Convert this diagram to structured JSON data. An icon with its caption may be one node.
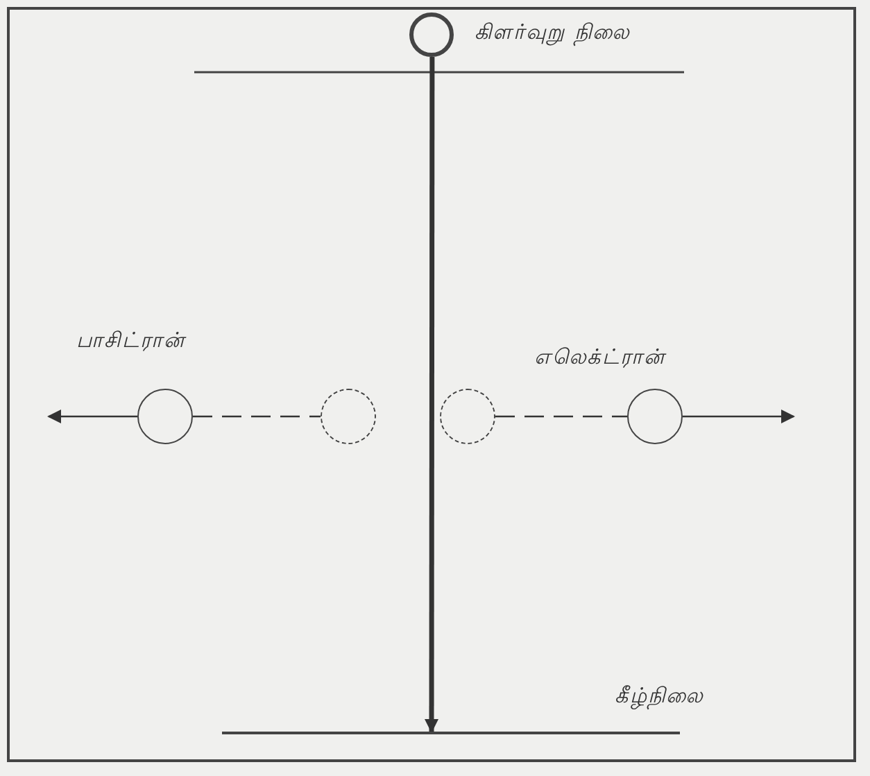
{
  "diagram": {
    "nodes": [
      {
        "text": [],
        "shape": "circle",
        "beside": [
          "கிளர்வுறு நிலை"
        ]
      },
      {
        "text": [],
        "shape": "bar",
        "beside": [
          "கீழ்நிலை"
        ]
      },
      {
        "text": [],
        "shape": "circle",
        "beside": [
          "பாசிட்ரான்"
        ]
      },
      {
        "text": [],
        "shape": "circle"
      },
      {
        "text": [],
        "shape": "circle"
      },
      {
        "text": [],
        "shape": "circle",
        "beside": [
          "எலெக்ட்ரான்"
        ]
      }
    ],
    "edges": [
      {
        "from": 0,
        "to": 1,
        "arrow": "to",
        "style": "thick"
      },
      {
        "from": 2,
        "to": null,
        "arrow": "to"
      },
      {
        "from": 2,
        "to": 3,
        "arrow": "none",
        "style": "dashed"
      },
      {
        "from": 4,
        "to": 5,
        "arrow": "none",
        "style": "dashed"
      },
      {
        "from": 5,
        "to": null,
        "arrow": "to"
      }
    ]
  }
}
